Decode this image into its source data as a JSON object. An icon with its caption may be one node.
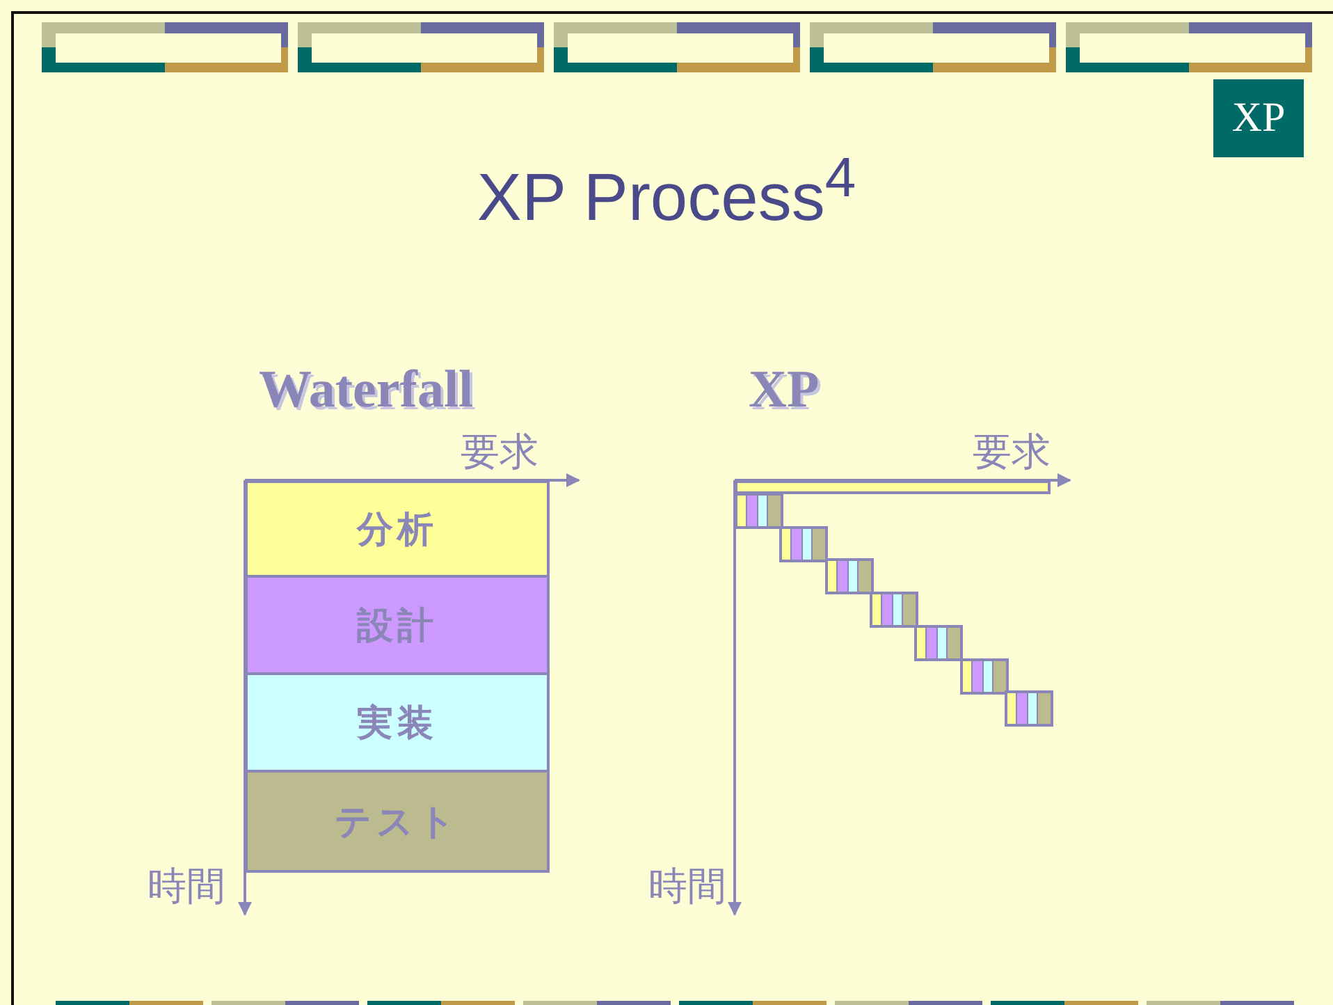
{
  "diagram": {
    "title": "XP Process$^{4}$",
    "nodes": [
      {
        "text": [
          "XP"
        ]
      },
      {
        "text": [
          "分析"
        ]
      },
      {
        "text": [
          "設計"
        ]
      },
      {
        "text": [
          "実装"
        ]
      },
      {
        "text": [
          "テスト"
        ]
      },
      {
        "text": [],
        "shape": "bar"
      },
      {
        "text": [],
        "shape": "box"
      },
      {
        "text": [],
        "shape": "box"
      },
      {
        "text": [],
        "shape": "box"
      },
      {
        "text": [],
        "shape": "box"
      },
      {
        "text": [],
        "shape": "box"
      },
      {
        "text": [],
        "shape": "box"
      },
      {
        "text": [],
        "shape": "box"
      }
    ],
    "labels": [
      "Waterfall",
      "XP",
      "要求",
      "要求",
      "時間",
      "時間"
    ]
  }
}
